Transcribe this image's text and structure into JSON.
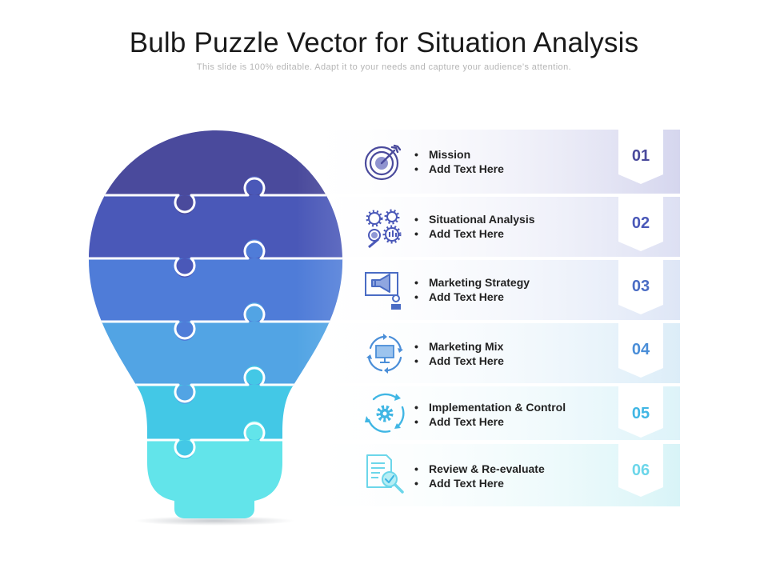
{
  "header": {
    "title": "Bulb Puzzle Vector for Situation Analysis",
    "subtitle": "This slide is 100% editable. Adapt it to your needs and capture your audience’s attention."
  },
  "colors": {
    "bulb_segments": [
      "#4a4a9c",
      "#4a58b8",
      "#4f7cd8",
      "#52a4e4",
      "#43c8e6",
      "#62e4ea"
    ],
    "number_colors": [
      "#4a4a9c",
      "#4a58b8",
      "#4a6cc4",
      "#4a8ed8",
      "#40b6e4",
      "#6cd6ea"
    ],
    "band_tints": [
      "#d5d6ee",
      "#dde0f3",
      "#dee6f6",
      "#dcedf8",
      "#ddf3f9",
      "#d8f4f7"
    ]
  },
  "items": [
    {
      "number": "01",
      "label": "Mission",
      "text": "Add  Text Here",
      "icon": "target-icon"
    },
    {
      "number": "02",
      "label": "Situational Analysis",
      "text": "Add  Text Here",
      "icon": "gears-analysis-icon"
    },
    {
      "number": "03",
      "label": "Marketing Strategy",
      "text": "Add  Text Here",
      "icon": "megaphone-presentation-icon"
    },
    {
      "number": "04",
      "label": "Marketing Mix",
      "text": "Add  Text Here",
      "icon": "cycle-monitor-icon"
    },
    {
      "number": "05",
      "label": "Implementation & Control",
      "text": "Add  Text Here",
      "icon": "gear-cycle-icon"
    },
    {
      "number": "06",
      "label": "Review & Re-evaluate",
      "text": "Add  Text Here",
      "icon": "document-check-icon"
    }
  ]
}
